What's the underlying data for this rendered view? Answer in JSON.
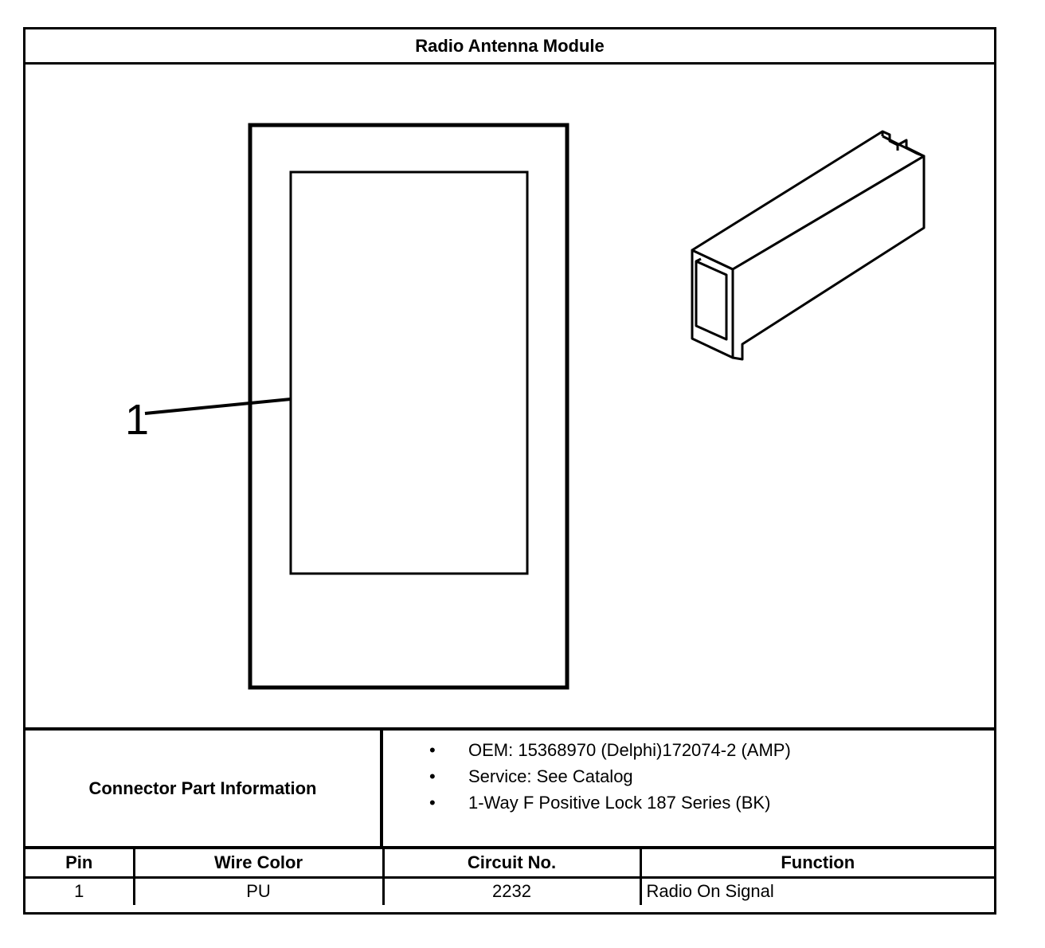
{
  "title": "Radio Antenna Module",
  "figure": {
    "callouts": [
      {
        "label": "1"
      }
    ]
  },
  "connector_info": {
    "label": "Connector Part Information",
    "items": [
      "OEM: 15368970 (Delphi)172074-2 (AMP)",
      "Service: See Catalog",
      "1-Way F Positive Lock 187 Series (BK)"
    ],
    "bullet": "•"
  },
  "pin_table": {
    "headers": [
      "Pin",
      "Wire Color",
      "Circuit No.",
      "Function"
    ],
    "rows": [
      [
        "1",
        "PU",
        "2232",
        "Radio On Signal"
      ]
    ]
  }
}
